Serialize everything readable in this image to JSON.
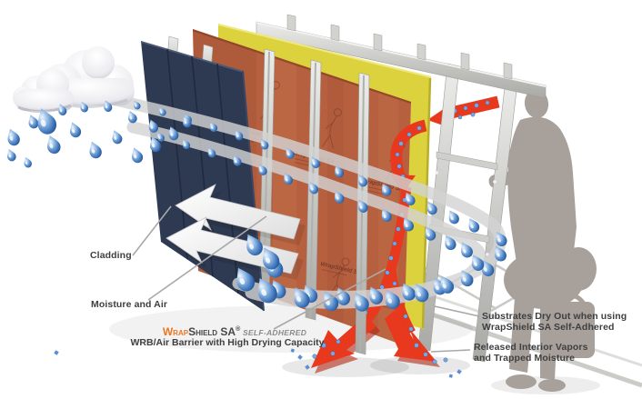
{
  "diagram": {
    "labels": {
      "cladding": "Cladding",
      "moisture_air": "Moisture and Air",
      "substrates_line1": "Substrates Dry Out when using",
      "substrates_line2": "WrapShield SA Self-Adhered",
      "released_line1": "Released Interior Vapors",
      "released_line2": "and Trapped Moisture"
    },
    "product": {
      "part1": "Wrap",
      "part2": "Shield",
      "part3": " SA",
      "reg": "®",
      "tagline": " SELF-ADHERED",
      "line2": "WRB/Air Barrier with High Drying Capacity"
    },
    "membrane_print": {
      "brand": "WrapShield SA"
    },
    "colors": {
      "cladding_navy": "#2e3a52",
      "membrane_orange": "#b6603f",
      "insulation_yellow": "#dcd23d",
      "steel_gray": "#c9c9c6",
      "flow_arrow_red": "#e8391f",
      "droplet_blue": "#4a7fc1",
      "airflow_gray": "#d4d4d4",
      "person_gray": "#a8a09a",
      "brand_orange": "#e87722",
      "label_text": "#3f3f41"
    },
    "icons": {
      "cloud": "rain-cloud-icon",
      "drops": "water-droplet-icon",
      "swirl": "airflow-swirl-arrow-icon",
      "red_flow": "vapor-flow-arrow-icon",
      "person": "person-silhouette"
    }
  }
}
